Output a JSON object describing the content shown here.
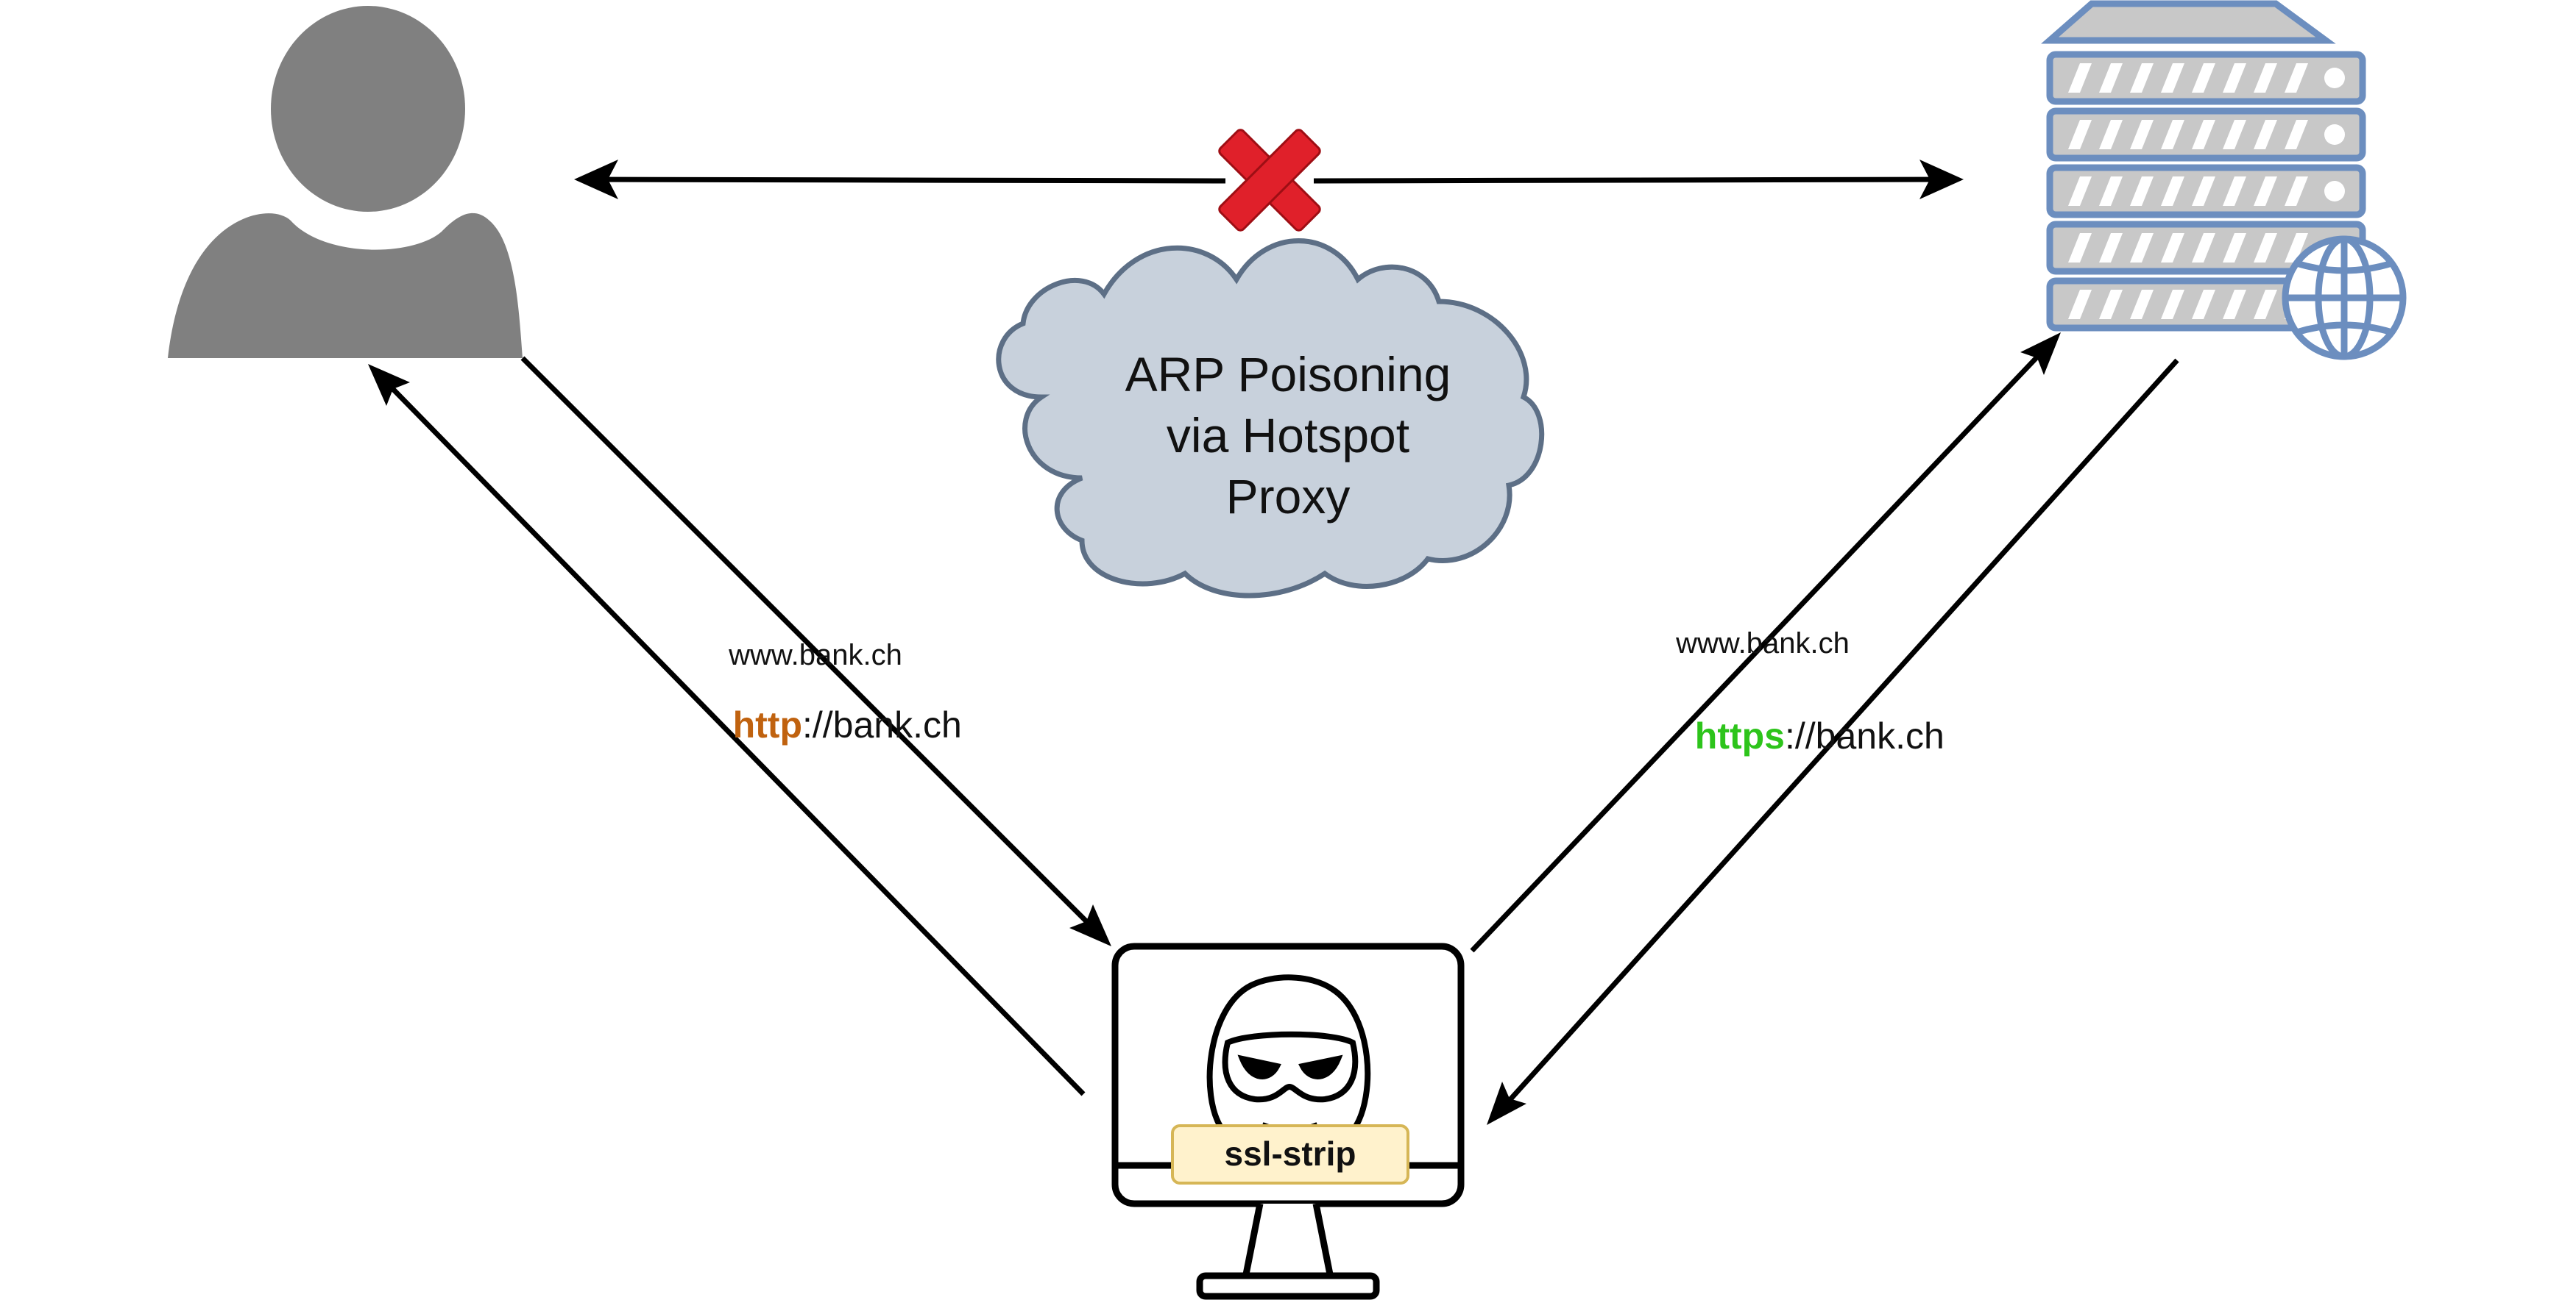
{
  "cloud": {
    "lines": [
      "ARP Poisoning",
      "via Hotspot",
      "Proxy"
    ]
  },
  "links": {
    "user_to_attacker": "www.bank.ch",
    "attacker_to_user": {
      "scheme": "http",
      "rest": "://bank.ch"
    },
    "attacker_to_server": "www.bank.ch",
    "server_to_attacker": {
      "scheme": "https",
      "rest": "://bank.ch"
    }
  },
  "attacker": {
    "tool_label": "ssl-strip"
  },
  "icons": {
    "user": "user-icon",
    "server": "server-icon",
    "globe": "globe-icon",
    "blocked": "red-x-icon",
    "attacker": "hacker-monitor-icon"
  },
  "colors": {
    "http": "#c0620f",
    "https": "#2dc41b",
    "user": "#808080",
    "server_stroke": "#6c8ebf",
    "server_fill": "#c8c8c8",
    "cloud_fill": "#c8d1dc",
    "cloud_stroke": "#5d6f86",
    "red_x": "#e0202a",
    "tool_label_fill": "#fff2cc",
    "tool_label_stroke": "#d6b656"
  }
}
